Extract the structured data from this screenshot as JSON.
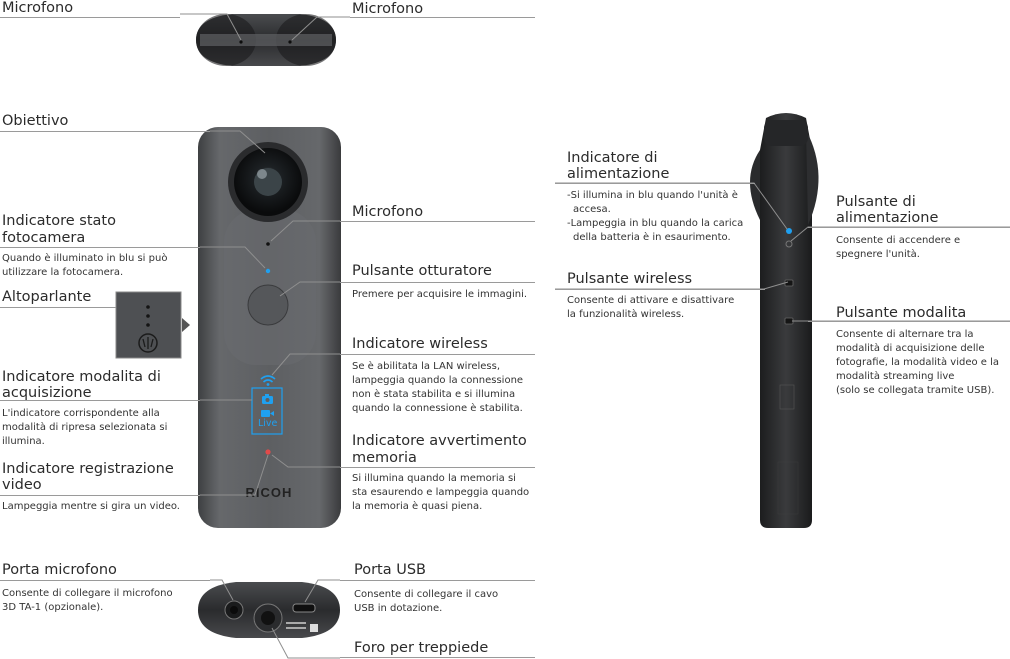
{
  "top": {
    "mic_left": "Microfono",
    "mic_right": "Microfono"
  },
  "front": {
    "obiettivo": "Obiettivo",
    "stato_title_1": "Indicatore stato",
    "stato_title_2": "fotocamera",
    "stato_desc_1": "Quando è illuminato in blu si può",
    "stato_desc_2": "utilizzare la fotocamera.",
    "altoparlante": "Altoparlante",
    "modalita_title_1": "Indicatore modalita di",
    "modalita_title_2": "acquisizione",
    "modalita_desc_1": "L'indicatore corrispondente alla",
    "modalita_desc_2": "modalità di ripresa selezionata si",
    "modalita_desc_3": "illumina.",
    "registrazione_title_1": "Indicatore registrazione",
    "registrazione_title_2": "video",
    "registrazione_desc": "Lampeggia mentre si gira un video.",
    "microfono": "Microfono",
    "otturatore_title": "Pulsante otturatore",
    "otturatore_desc": "Premere per acquisire le immagini.",
    "wireless_title": "Indicatore wireless",
    "wireless_desc_1": "Se è abilitata la LAN wireless,",
    "wireless_desc_2": "lampeggia quando la connessione",
    "wireless_desc_3": "non è stata stabilita e si illumina",
    "wireless_desc_4": "quando la connessione è stabilita.",
    "memoria_title_1": "Indicatore avvertimento",
    "memoria_title_2": "memoria",
    "memoria_desc_1": "Si illumina quando la memoria si",
    "memoria_desc_2": "sta esaurendo e lampeggia quando",
    "memoria_desc_3": "la memoria è quasi piena.",
    "brand": "RICOH",
    "live": "Live"
  },
  "bottom": {
    "porta_mic_title": "Porta microfono",
    "porta_mic_desc_1": "Consente di collegare il microfono",
    "porta_mic_desc_2": "3D TA-1 (opzionale).",
    "usb_title": "Porta USB",
    "usb_desc_1": "Consente di collegare il cavo",
    "usb_desc_2": "USB in dotazione.",
    "treppiede": "Foro per treppiede"
  },
  "side": {
    "alim_title_1": "Indicatore di",
    "alim_title_2": "alimentazione",
    "alim_desc_1": "-Si illumina in blu quando l'unità è",
    "alim_desc_2": "accesa.",
    "alim_desc_3": "-Lampeggia in blu quando la carica",
    "alim_desc_4": "della batteria è in esaurimento.",
    "wireless_btn_title": "Pulsante wireless",
    "wireless_btn_desc_1": "Consente di attivare e disattivare",
    "wireless_btn_desc_2": "la funzionalità wireless.",
    "power_btn_title_1": "Pulsante di",
    "power_btn_title_2": "alimentazione",
    "power_btn_desc_1": "Consente di accendere e",
    "power_btn_desc_2": "spegnere l'unità.",
    "mode_btn_title": "Pulsante modalita",
    "mode_btn_desc_1": "Consente di alternare tra la",
    "mode_btn_desc_2": "modalità di acquisizione delle",
    "mode_btn_desc_3": "fotografie, la modalità video e la",
    "mode_btn_desc_4": "modalità streaming live",
    "mode_btn_desc_5": "(solo se collegata tramite USB)."
  },
  "colors": {
    "body": "#5b5d60",
    "body_dark": "#2c2d2f",
    "led_blue": "#1fa0f0",
    "led_red": "#e24a4a",
    "leader_line": "#9a9a9a"
  }
}
